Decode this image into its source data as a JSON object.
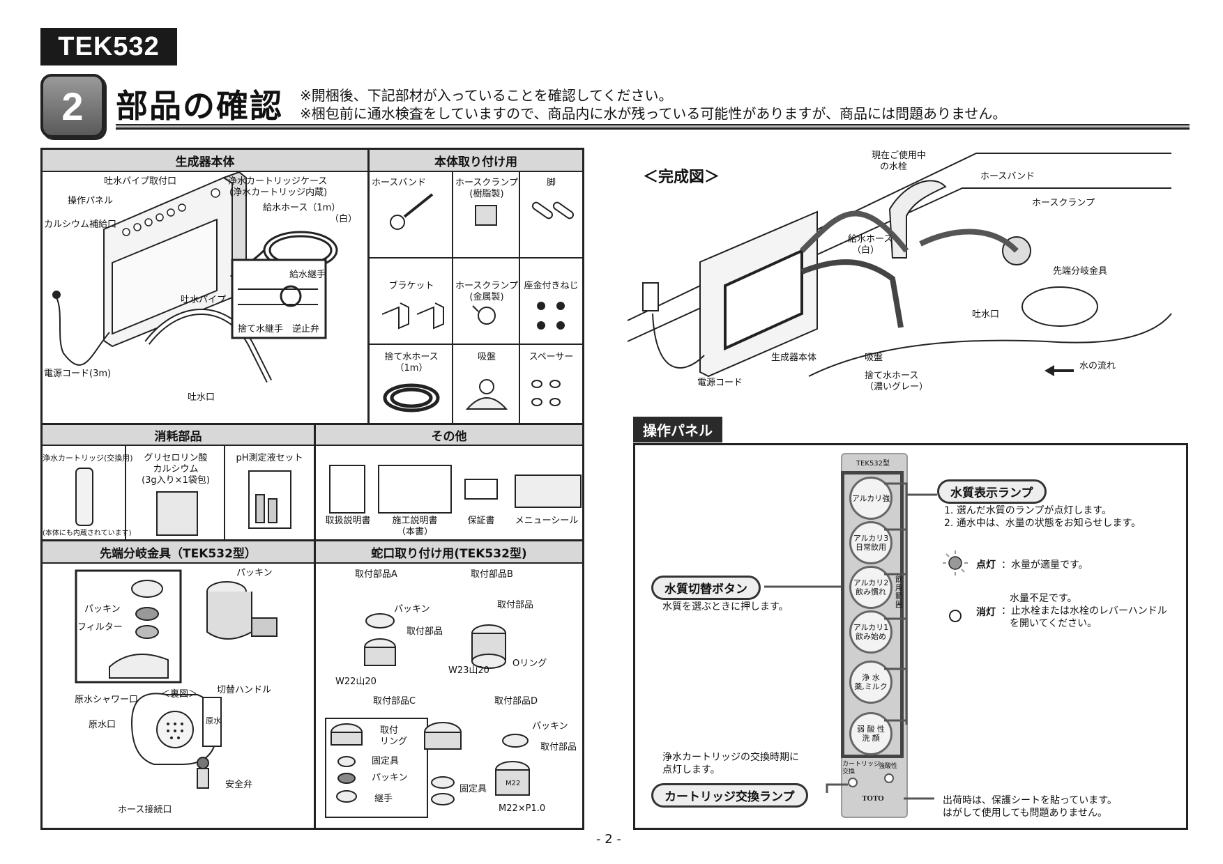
{
  "model": "TEK532",
  "step_number": "2",
  "section_title": "部品の確認",
  "notes": [
    "※開梱後、下記部材が入っていることを確認してください。",
    "※梱包前に通水検査をしていますので、商品内に水が残っている可能性がありますが、商品には問題ありません。"
  ],
  "generator": {
    "header": "生成器本体",
    "labels": {
      "spout_pipe_mount": "吐水パイプ取付口",
      "operation_panel": "操作パネル",
      "calcium_port": "カルシウム補給口",
      "cartridge_case": "浄水カートリッジケース",
      "cartridge_case_note": "(浄水カートリッジ内蔵)",
      "supply_hose": "給水ホース（1m）",
      "supply_hose_color": "（白）",
      "supply_joint": "給水継手",
      "spout_pipe": "吐水パイプ",
      "waste_joint": "捨て水継手",
      "check_valve": "逆止弁",
      "power_cord": "電源コード(3m)",
      "spout": "吐水口"
    }
  },
  "mounting": {
    "header": "本体取り付け用",
    "items": [
      {
        "label": "ホースバンド"
      },
      {
        "label": "ホースクランプ",
        "sub": "(樹脂製)"
      },
      {
        "label": "脚"
      },
      {
        "label": "ブラケット"
      },
      {
        "label": "ホースクランプ",
        "sub": "(金属製)"
      },
      {
        "label": "座金付きねじ"
      },
      {
        "label": "捨て水ホース",
        "sub": "（1m）"
      },
      {
        "label": "吸盤"
      },
      {
        "label": "スペーサー"
      }
    ]
  },
  "consumables": {
    "header": "消耗部品",
    "cartridge": "浄水カートリッジ(交換用)",
    "cartridge_note": "(本体にも内蔵されています)",
    "calcium_lines": [
      "グリセロリン酸",
      "カルシウム",
      "(3g入り×1袋包)"
    ],
    "ph_kit": "pH測定液セット"
  },
  "others": {
    "header": "その他",
    "items": [
      {
        "label": "取扱説明書"
      },
      {
        "label": "施工説明書",
        "sub": "（本書）"
      },
      {
        "label": "保証書"
      },
      {
        "label": "メニューシール"
      }
    ]
  },
  "tip_fitting": {
    "header": "先端分岐金具（TEK532型）",
    "labels": {
      "packing_top": "パッキン",
      "packing": "パッキン",
      "filter": "フィルター",
      "switch_handle": "切替ハンドル",
      "back_view": "＜裏図＞",
      "shower_port": "原水シャワー口",
      "raw_port": "原水口",
      "raw_mark": "原水",
      "safety_valve": "安全弁",
      "hose_port": "ホース接続口"
    }
  },
  "faucet_mount": {
    "header": "蛇口取り付け用(TEK532型)",
    "labels": {
      "part_a": "取付部品A",
      "part_b": "取付部品B",
      "packing_a": "パッキン",
      "mount_part_a": "取付部品",
      "mount_part_b": "取付部品",
      "oring": "Oリング",
      "w22": "W22山20",
      "w23": "W23山20",
      "part_c": "取付部品C",
      "part_d": "取付部品D",
      "ring_lines": [
        "取付",
        "リング"
      ],
      "fixture_c": "固定具",
      "packing_c": "パッキン",
      "joint": "継手",
      "fixture": "固定具",
      "packing_d": "パッキン",
      "mount_part_d": "取付部品",
      "m22_mark": "M22",
      "m22": "M22×P1.0"
    }
  },
  "completed": {
    "title": "＜完成図＞",
    "labels": {
      "current_faucet": [
        "現在ご使用中",
        "の水栓"
      ],
      "hose_band": "ホースバンド",
      "hose_clamp": "ホースクランプ",
      "supply_hose": [
        "給水ホース",
        "（白）"
      ],
      "tip_fitting": "先端分岐金具",
      "spout": "吐水口",
      "generator": "生成器本体",
      "suction": "吸盤",
      "waste_hose": [
        "捨て水ホース",
        "（濃いグレー）"
      ],
      "power_cord": "電源コード",
      "water_flow": "水の流れ"
    }
  },
  "panel": {
    "tag": "操作パネル",
    "unit_model": "TEK532型",
    "buttons": [
      {
        "lines": [
          "アルカリ強"
        ]
      },
      {
        "lines": [
          "アルカリ3",
          "日常飲用"
        ]
      },
      {
        "lines": [
          "アルカリ2",
          "飲み慣れ"
        ]
      },
      {
        "lines": [
          "アルカリ1",
          "飲み始め"
        ]
      },
      {
        "lines": [
          "浄 水",
          "薬,ミルク"
        ]
      },
      {
        "lines": [
          "弱 酸 性",
          "洗 顔"
        ]
      }
    ],
    "drink_range": "飲用範囲",
    "cartridge_lamp_label": [
      "カートリッジ",
      "交換"
    ],
    "strong_acid_label": "強酸性",
    "brand": "TOTO",
    "quality_lamp": {
      "title": "水質表示ランプ",
      "lines": [
        "1. 選んだ水質のランプが点灯します。",
        "2. 通水中は、水量の状態をお知らせします。"
      ],
      "on_label": "点灯",
      "on_text": "：水量が適量です。",
      "off_label": "消灯",
      "off_lines": [
        "水量不足です。",
        "：止水栓または水栓のレバーハンドル",
        "を開いてください。"
      ]
    },
    "switch_button": {
      "title": "水質切替ボタン",
      "text": "水質を選ぶときに押します。"
    },
    "cartridge_lamp": {
      "title": "カートリッジ交換ランプ",
      "lines": [
        "浄水カートリッジの交換時期に",
        "点灯します。"
      ]
    },
    "shipping_note": [
      "出荷時は、保護シートを貼っています。",
      "はがして使用しても問題ありません。"
    ]
  },
  "page_number": "- 2 -"
}
